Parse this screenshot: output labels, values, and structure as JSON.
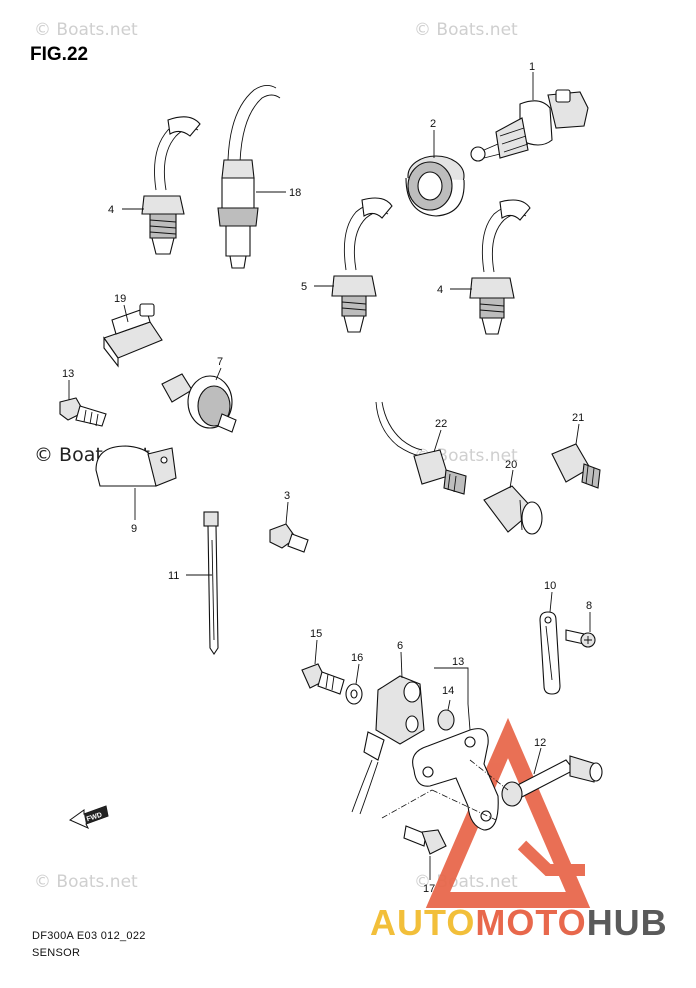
{
  "title": "FIG.22",
  "watermarks": {
    "top_left": "© Boats.net",
    "top_right": "© Boats.net",
    "center_dark": "© Boats.net",
    "mid": "© Boats.net",
    "bottom_left": "© Boats.net",
    "bottom_right": "© Boats.net"
  },
  "footer": {
    "code": "DF300A E03 012_022",
    "name": "SENSOR"
  },
  "logo": {
    "part1": "AUTO",
    "part2": "MOTO",
    "part3": "HUB"
  },
  "fwd_label": "FWD",
  "callouts": {
    "n1": "1",
    "n2": "2",
    "n3": "3",
    "n4a": "4",
    "n4b": "4",
    "n5": "5",
    "n6": "6",
    "n7": "7",
    "n8": "8",
    "n9": "9",
    "n10": "10",
    "n11": "11",
    "n12": "12",
    "n13a": "13",
    "n13b": "13",
    "n14": "14",
    "n15": "15",
    "n16": "16",
    "n17": "17",
    "n18": "18",
    "n19": "19",
    "n20": "20",
    "n21": "21",
    "n22": "22"
  },
  "colors": {
    "logo_yellow": "#f2bf3a",
    "logo_red": "#e8684c",
    "logo_gray": "#5a5a5a"
  }
}
